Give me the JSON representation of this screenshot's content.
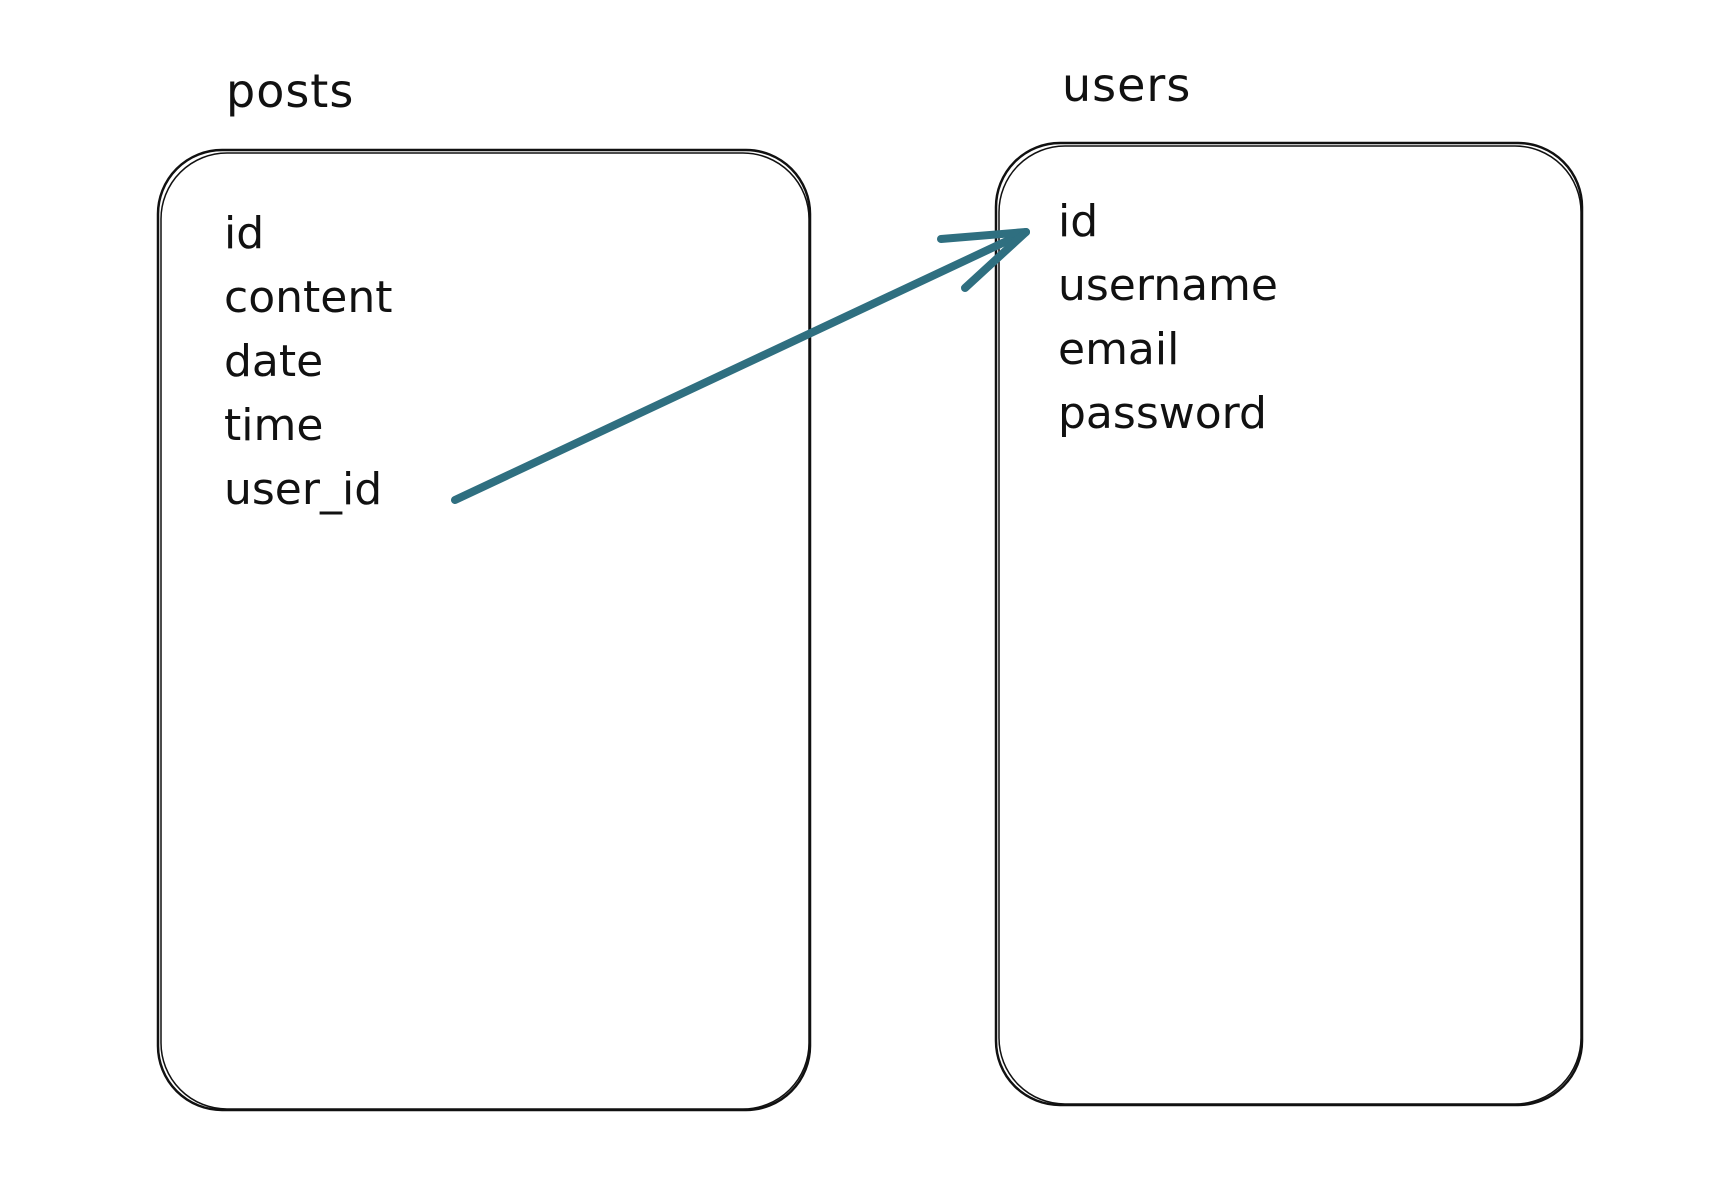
{
  "diagram": {
    "tables": [
      {
        "name": "posts",
        "fields": [
          "id",
          "content",
          "date",
          "time",
          "user_id"
        ]
      },
      {
        "name": "users",
        "fields": [
          "id",
          "username",
          "email",
          "password"
        ]
      }
    ],
    "relationships": [
      {
        "from_table": "posts",
        "from_field": "user_id",
        "to_table": "users",
        "to_field": "id"
      }
    ],
    "colors": {
      "stroke": "#111111",
      "arrow": "#2f6f80",
      "background": "#ffffff"
    }
  }
}
